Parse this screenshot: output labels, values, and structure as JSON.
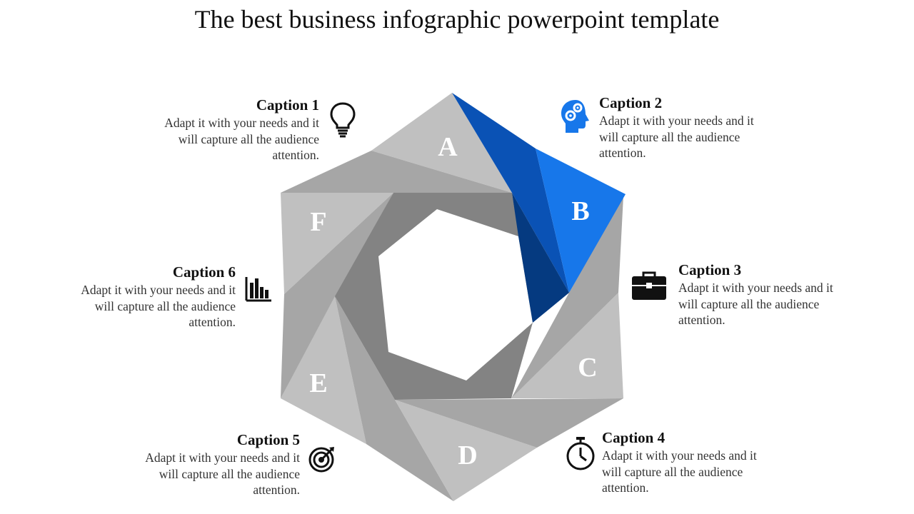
{
  "title": "The best business infographic powerpoint template",
  "colors": {
    "accent_dark": "#0a52b5",
    "accent_light": "#1777ea",
    "gray_light": "#c0c0c0",
    "gray_mid": "#a6a6a6",
    "gray_dark": "#838383"
  },
  "segments": [
    {
      "letter": "A",
      "highlighted": false
    },
    {
      "letter": "B",
      "highlighted": true
    },
    {
      "letter": "C",
      "highlighted": false
    },
    {
      "letter": "D",
      "highlighted": false
    },
    {
      "letter": "E",
      "highlighted": false
    },
    {
      "letter": "F",
      "highlighted": false
    }
  ],
  "captions": [
    {
      "heading": "Caption 1",
      "text": [
        "Adapt it with your needs and it",
        "will capture all the audience",
        "attention."
      ],
      "icon": "lightbulb-icon"
    },
    {
      "heading": "Caption 2",
      "text": [
        "Adapt it with your needs and it",
        "will capture all the audience",
        "attention."
      ],
      "icon": "head-gears-icon"
    },
    {
      "heading": "Caption 3",
      "text": [
        "Adapt it with your needs and it",
        "will capture all the audience",
        "attention."
      ],
      "icon": "briefcase-icon"
    },
    {
      "heading": "Caption 4",
      "text": [
        "Adapt it with your needs and it",
        "will capture all the audience",
        "attention."
      ],
      "icon": "stopwatch-icon"
    },
    {
      "heading": "Caption 5",
      "text": [
        "Adapt it with your needs and it",
        "will capture all the audience",
        "attention."
      ],
      "icon": "target-icon"
    },
    {
      "heading": "Caption 6",
      "text": [
        "Adapt it with your needs and it",
        "will capture all the audience",
        "attention."
      ],
      "icon": "bar-chart-icon"
    }
  ]
}
